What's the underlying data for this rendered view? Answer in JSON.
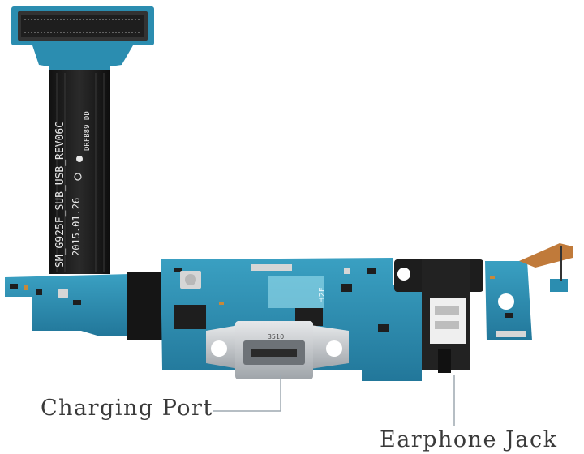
{
  "flex_cable": {
    "model_text": "SM_G925F_SUB_USB_REV06C",
    "date_text": "2015.01.26",
    "code_text": "DRFB89 DD"
  },
  "board": {
    "usb_text": "3510",
    "silkscreen_text": "H2F"
  },
  "callouts": {
    "charging_port": "Charging Port",
    "earphone_jack": "Earphone Jack"
  },
  "colors": {
    "pcb": "#2f8fb0",
    "flex": "#1a1a1a",
    "connector": "#3a3a3a",
    "metal": "#c9ccd0",
    "jack": "#222222",
    "callout_line": "#9ea9b1"
  }
}
